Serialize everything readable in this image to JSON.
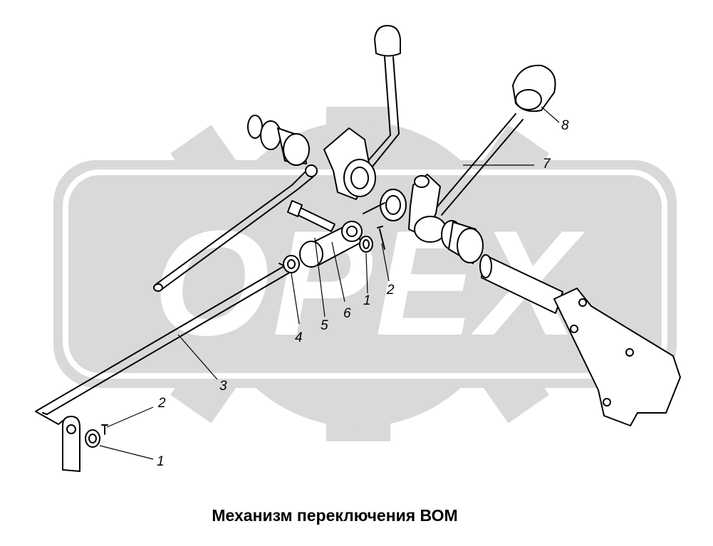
{
  "watermark": {
    "text": "OPEX",
    "color": "#d9d9d9"
  },
  "callouts": [
    {
      "id": "c8",
      "label": "8"
    },
    {
      "id": "c7",
      "label": "7"
    },
    {
      "id": "c2a",
      "label": "2"
    },
    {
      "id": "c1a",
      "label": "1"
    },
    {
      "id": "c6",
      "label": "6"
    },
    {
      "id": "c5",
      "label": "5"
    },
    {
      "id": "c4",
      "label": "4"
    },
    {
      "id": "c3",
      "label": "3"
    },
    {
      "id": "c2b",
      "label": "2"
    },
    {
      "id": "c1b",
      "label": "1"
    }
  ],
  "caption": "Механизм переключения ВОМ"
}
